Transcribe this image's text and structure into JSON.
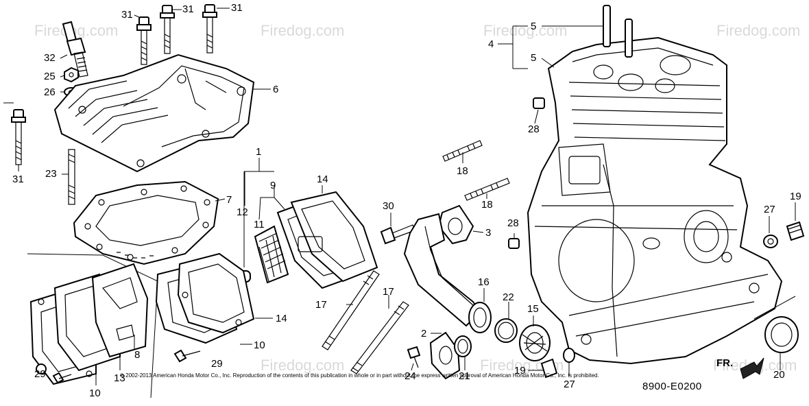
{
  "diagram": {
    "watermark": "Firedog.com",
    "copyright": "© 2002-2013 American Honda Motor Co., Inc. Reproduction of the contents of this publication in whole or in part without the express written approval of American Honda Motor Co., Inc. is prohibited.",
    "drawing_code": "8900-E0200",
    "front_label": "FR.",
    "callouts": [
      {
        "id": "c31a",
        "label": "31"
      },
      {
        "id": "c31b",
        "label": "31"
      },
      {
        "id": "c31c",
        "label": "31"
      },
      {
        "id": "c32",
        "label": "32"
      },
      {
        "id": "c25",
        "label": "25"
      },
      {
        "id": "c26",
        "label": "26"
      },
      {
        "id": "c6",
        "label": "6"
      },
      {
        "id": "c31d",
        "label": "31"
      },
      {
        "id": "c23",
        "label": "23"
      },
      {
        "id": "c7",
        "label": "7"
      },
      {
        "id": "c1",
        "label": "1"
      },
      {
        "id": "c9",
        "label": "9"
      },
      {
        "id": "c12",
        "label": "12"
      },
      {
        "id": "c11",
        "label": "11"
      },
      {
        "id": "c14a",
        "label": "14"
      },
      {
        "id": "c14b",
        "label": "14"
      },
      {
        "id": "c10a",
        "label": "10"
      },
      {
        "id": "c10b",
        "label": "10"
      },
      {
        "id": "c8",
        "label": "8"
      },
      {
        "id": "c13",
        "label": "13"
      },
      {
        "id": "c29a",
        "label": "29"
      },
      {
        "id": "c29b",
        "label": "29"
      },
      {
        "id": "c17a",
        "label": "17"
      },
      {
        "id": "c17b",
        "label": "17"
      },
      {
        "id": "c30",
        "label": "30"
      },
      {
        "id": "c3",
        "label": "3"
      },
      {
        "id": "c16",
        "label": "16"
      },
      {
        "id": "c18a",
        "label": "18"
      },
      {
        "id": "c18b",
        "label": "18"
      },
      {
        "id": "c22",
        "label": "22"
      },
      {
        "id": "c2",
        "label": "2"
      },
      {
        "id": "c21",
        "label": "21"
      },
      {
        "id": "c24",
        "label": "24"
      },
      {
        "id": "c15",
        "label": "15"
      },
      {
        "id": "c19a",
        "label": "19"
      },
      {
        "id": "c27a",
        "label": "27"
      },
      {
        "id": "c28a",
        "label": "28"
      },
      {
        "id": "c28b",
        "label": "28"
      },
      {
        "id": "c4",
        "label": "4"
      },
      {
        "id": "c5a",
        "label": "5"
      },
      {
        "id": "c5b",
        "label": "5"
      },
      {
        "id": "c27b",
        "label": "27"
      },
      {
        "id": "c19b",
        "label": "19"
      },
      {
        "id": "c20",
        "label": "20"
      }
    ]
  }
}
